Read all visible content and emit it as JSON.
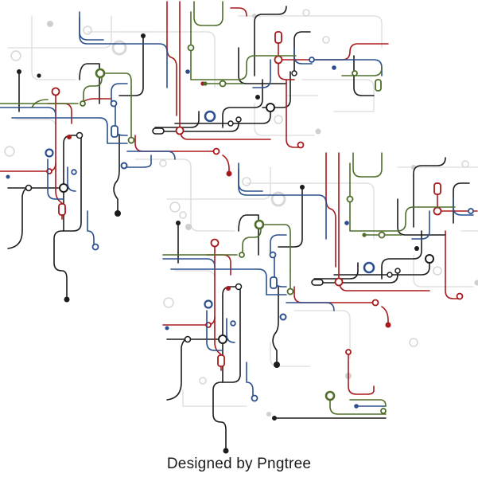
{
  "caption": "Designed by Pngtree",
  "colors": {
    "black": "#1c1c1c",
    "red": "#a8191c",
    "blue": "#2b4f8e",
    "green": "#4f6e2a",
    "gray": "#d6d6d6",
    "background": "#ffffff"
  },
  "elements": {
    "lines": [
      "black",
      "red",
      "blue",
      "green",
      "gray"
    ],
    "nodes": [
      "hollow-circle",
      "filled-dot",
      "capsule"
    ]
  }
}
